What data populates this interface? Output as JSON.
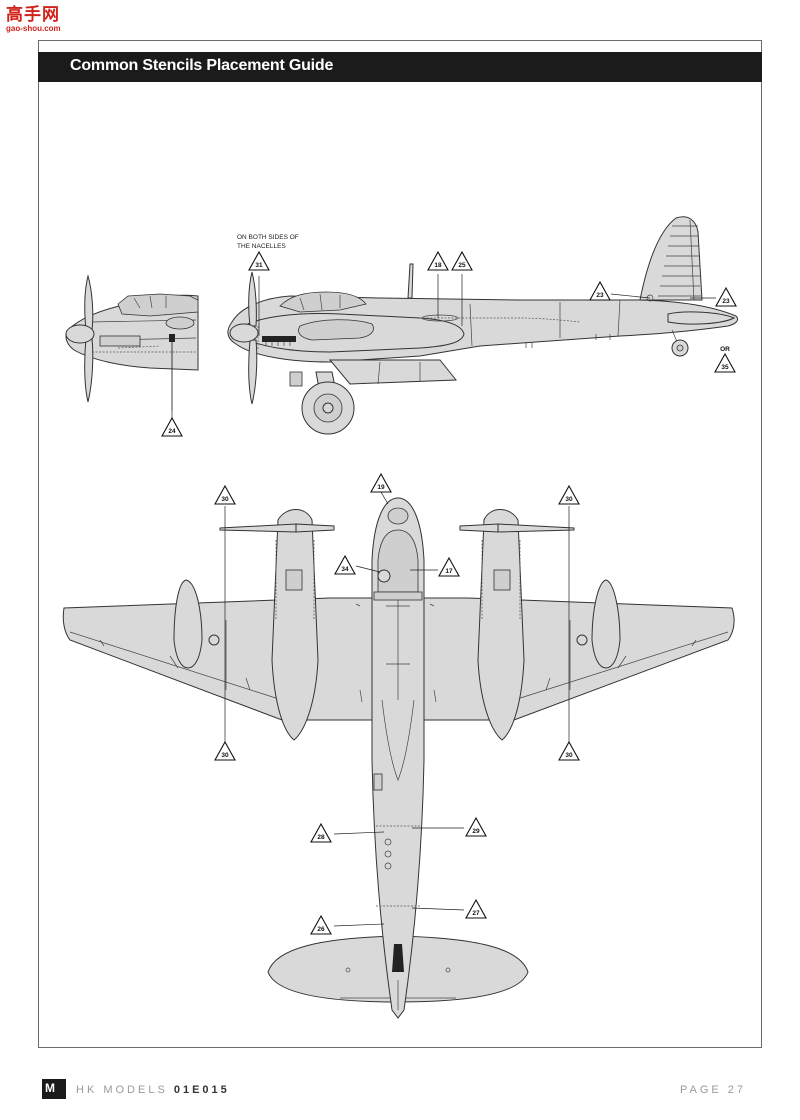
{
  "watermark": {
    "chars": "高手网",
    "site": "gao-shou.com"
  },
  "header": {
    "title": "Common Stencils Placement Guide"
  },
  "notes": {
    "nacelle_line1": "ON BOTH SIDES OF",
    "nacelle_line2": "THE NACELLES",
    "or_text": "OR"
  },
  "callouts": {
    "c17": "17",
    "c18": "18",
    "c19": "19",
    "c23a": "23",
    "c23b": "23",
    "c24": "24",
    "c25": "25",
    "c26": "26",
    "c27": "27",
    "c28": "28",
    "c29": "29",
    "c30a": "30",
    "c30b": "30",
    "c30c": "30",
    "c30d": "30",
    "c31": "31",
    "c34": "34",
    "c35": "35"
  },
  "footer": {
    "brand": "HK MODELS",
    "code": "01E015",
    "page": "PAGE 27",
    "logo_letter": "M"
  },
  "colors": {
    "header_bg": "#1b1b1b",
    "aircraft_fill": "#d9d9d9",
    "line": "#333333",
    "watermark": "#d0231c"
  }
}
